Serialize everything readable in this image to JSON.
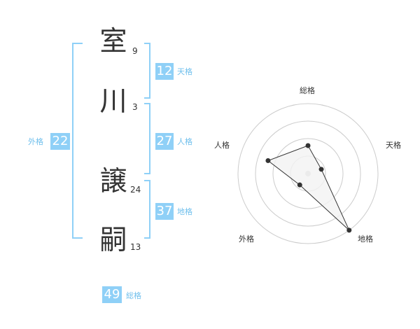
{
  "name": {
    "chars": [
      {
        "char": "室",
        "strokes": "9"
      },
      {
        "char": "川",
        "strokes": "3"
      },
      {
        "char": "譲",
        "strokes": "24"
      },
      {
        "char": "嗣",
        "strokes": "13"
      }
    ]
  },
  "fortunes": {
    "tenkaku": {
      "label": "天格",
      "value": "12"
    },
    "jinkaku": {
      "label": "人格",
      "value": "27"
    },
    "chikaku": {
      "label": "地格",
      "value": "37"
    },
    "gaikaku": {
      "label": "外格",
      "value": "22"
    },
    "soukaku": {
      "label": "総格",
      "value": "49"
    }
  },
  "radar": {
    "labels": {
      "top": "総格",
      "right": "天格",
      "bottom_right": "地格",
      "bottom_left": "外格",
      "left": "人格"
    },
    "chart_data": {
      "type": "radar",
      "axes": [
        "総格",
        "天格",
        "地格",
        "外格",
        "人格"
      ],
      "values": [
        0.4,
        0.2,
        1.0,
        0.2,
        0.6
      ],
      "rings": 4,
      "colors": {
        "ring": "#cccccc",
        "polygon_stroke": "#333333",
        "polygon_fill": "#f2f2f2",
        "point": "#333333",
        "center": "#cccccc"
      }
    }
  },
  "colors": {
    "accent": "#8fd0f7",
    "bracket": "#8fd0f7",
    "label_text": "#6fbfec"
  }
}
